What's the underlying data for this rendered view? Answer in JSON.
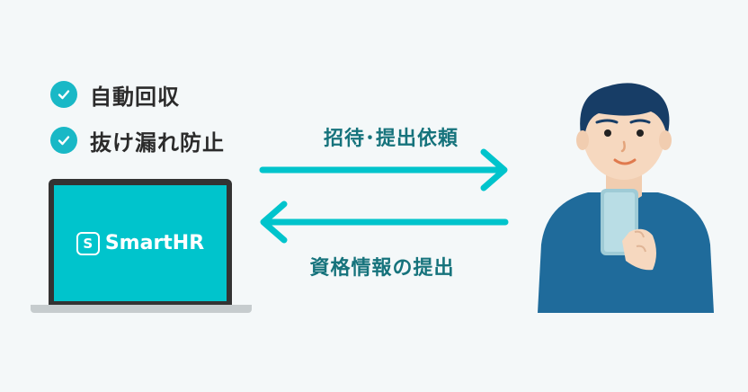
{
  "checklist": [
    {
      "label": "自動回収"
    },
    {
      "label": "抜け漏れ防止"
    }
  ],
  "laptop": {
    "logo_mark": "S",
    "logo_text": "SmartHR"
  },
  "arrows": {
    "top_label": "招待･提出依頼",
    "bottom_label": "資格情報の提出"
  },
  "colors": {
    "accent": "#00c4cc",
    "check": "#19b8c6",
    "label_text": "#16737c",
    "shirt": "#1f6b9b"
  }
}
